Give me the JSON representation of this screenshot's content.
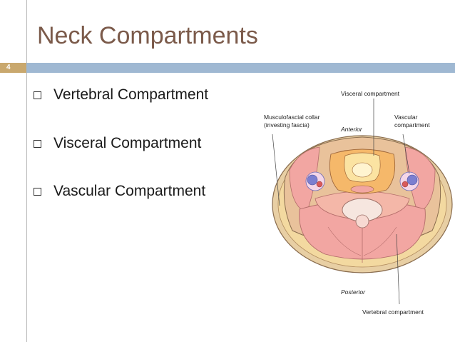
{
  "slide": {
    "title": "Neck Compartments",
    "number": "4"
  },
  "bullets": [
    {
      "label": "Vertebral Compartment"
    },
    {
      "label": "Visceral Compartment"
    },
    {
      "label": "Vascular Compartment"
    }
  ],
  "figure": {
    "labels": {
      "visceral": "Visceral compartment",
      "collar_line1": "Musculofascial collar",
      "collar_line2": "(investing fascia)",
      "anterior": "Anterior",
      "vascular_line1": "Vascular",
      "vascular_line2": "compartment",
      "posterior": "Posterior",
      "vertebral": "Vertebral compartment"
    },
    "colors": {
      "fat": "#f3d9a0",
      "muscle": "#f2a6a2",
      "visceral": "#f5b86a",
      "vessel": "#7c7fd0",
      "fascia": "#c9b59a"
    }
  }
}
